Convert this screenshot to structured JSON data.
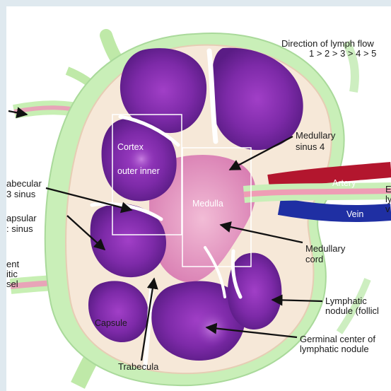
{
  "flow": {
    "title": "Direction of lymph flow",
    "order": "1 > 2 > 3 > 4 > 5"
  },
  "labels": {
    "cortex": "Cortex",
    "outer_inner": "outer  inner",
    "medulla": "Medulla",
    "medullary_sinus_l1": "Medullary",
    "medullary_sinus_l2": "sinus 4",
    "artery": "Artery",
    "vein": "Vein",
    "efferent_l1": "E",
    "efferent_l2": "ly",
    "efferent_l3": "v",
    "trabecular_sinus_l1": "abecular",
    "trabecular_sinus_l2": "3  sinus",
    "subcapsular_sinus_l1": "apsular",
    "subcapsular_sinus_l2": ":  sinus",
    "afferent_l1": "ent",
    "afferent_l2": "itic",
    "afferent_l3": "sel",
    "medullary_cord_l1": "Medullary",
    "medullary_cord_l2": "cord",
    "lymphatic_nodule_l1": "Lymphatic",
    "lymphatic_nodule_l2": "nodule (follicl",
    "germinal_center_l1": "Germinal center of",
    "germinal_center_l2": "lymphatic nodule",
    "capsule": "Capsule",
    "trabecula": "Trabecula"
  },
  "colors": {
    "background": "#dfe9ef",
    "capsule_green": "#c9efb8",
    "nodule_purple": "#7d2aa8",
    "medulla_pink": "#e7a1c6",
    "artery_red": "#b3162e",
    "vein_blue": "#1f2fa3"
  }
}
